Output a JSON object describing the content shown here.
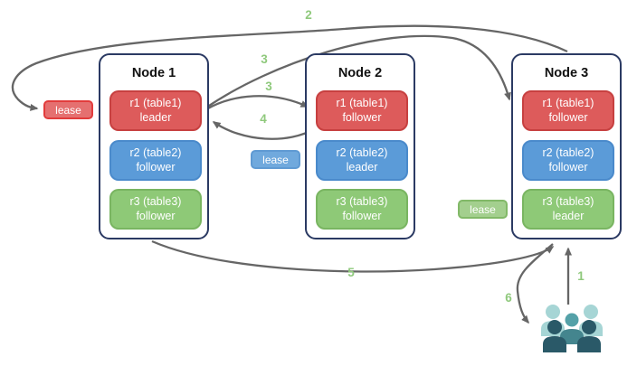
{
  "diagram": {
    "nodes": [
      {
        "title": "Node 1",
        "replicas": [
          {
            "name": "r1 (table1)",
            "role": "leader"
          },
          {
            "name": "r2 (table2)",
            "role": "follower"
          },
          {
            "name": "r3 (table3)",
            "role": "follower"
          }
        ]
      },
      {
        "title": "Node 2",
        "replicas": [
          {
            "name": "r1 (table1)",
            "role": "follower"
          },
          {
            "name": "r2 (table2)",
            "role": "leader"
          },
          {
            "name": "r3 (table3)",
            "role": "follower"
          }
        ]
      },
      {
        "title": "Node 3",
        "replicas": [
          {
            "name": "r1 (table1)",
            "role": "follower"
          },
          {
            "name": "r2 (table2)",
            "role": "follower"
          },
          {
            "name": "r3 (table3)",
            "role": "leader"
          }
        ]
      }
    ],
    "leases": {
      "red": {
        "label": "lease"
      },
      "blue": {
        "label": "lease"
      },
      "green": {
        "label": "lease"
      }
    },
    "steps": {
      "step1": "1",
      "step2": "2",
      "step3a": "3",
      "step3b": "3",
      "step4": "4",
      "step5": "5",
      "step6": "6"
    },
    "icons": {
      "users": "users-group-icon"
    },
    "colors": {
      "replica_red": "#dd5b5b",
      "replica_blue": "#5b9bd8",
      "replica_green": "#8ec977",
      "lease_red_border": "#e23c3c",
      "lease_blue_fill": "#70a9dd",
      "lease_green_fill": "#a3cf8e",
      "node_border": "#2b3a63",
      "arrow": "#666666",
      "step_label": "#8fc97c",
      "users_light_teal": "#a6d5d5",
      "users_mid_teal": "#54a1a8",
      "users_dark_teal": "#2a5968"
    }
  }
}
